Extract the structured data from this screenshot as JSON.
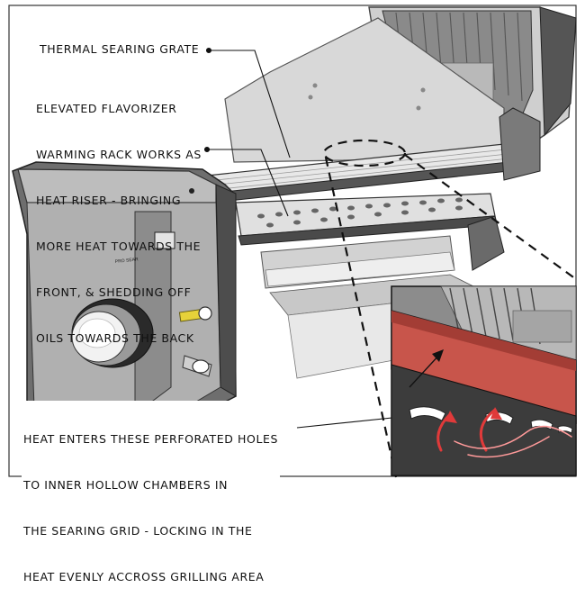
{
  "callouts": {
    "grate": "THERMAL SEARING GRATE",
    "rack": [
      "ELEVATED FLAVORIZER",
      "WARMING RACK WORKS AS",
      "HEAT RISER - BRINGING",
      "MORE HEAT TOWARDS THE",
      "FRONT, & SHEDDING OFF",
      "OILS TOWARDS THE BACK"
    ],
    "heat": [
      "HEAT ENTERS THESE PERFORATED HOLES",
      "TO INNER HOLLOW CHAMBERS IN",
      "THE SEARING GRID - LOCKING IN THE",
      "HEAT EVENLY ACCROSS GRILLING AREA"
    ]
  },
  "knob_label": "PRO SEAR",
  "colors": {
    "frame_border": "#333333",
    "body_gray": "#6e6e6e",
    "light_gray": "#d9d9d9",
    "grate_red": "#c8554b",
    "heat_arrow": "#e03a3a"
  }
}
